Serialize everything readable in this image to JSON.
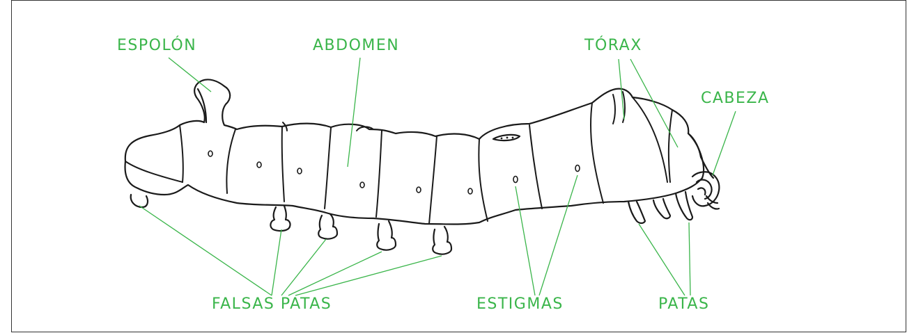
{
  "diagram": {
    "colors": {
      "label": "#3ab54a",
      "line": "#1a1a1a",
      "frame": "#333333"
    },
    "labels": {
      "espolon": "ESPOLÓN",
      "abdomen": "ABDOMEN",
      "torax": "TÓRAX",
      "cabeza": "CABEZA",
      "falsas_patas": "FALSAS PATAS",
      "estigmas": "ESTIGMAS",
      "patas": "PATAS"
    }
  }
}
